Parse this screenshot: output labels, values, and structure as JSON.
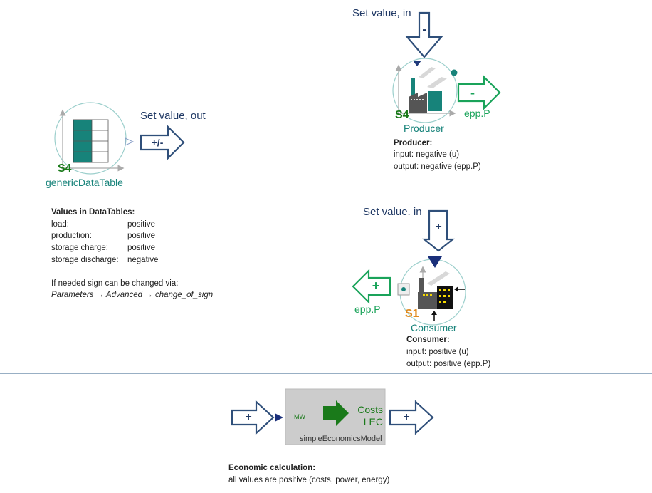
{
  "signals": {
    "set_value_out": "Set value, out",
    "set_value_in_producer": "Set value, in",
    "set_value_in_consumer": "Set value. in",
    "epp_p_producer": "epp.P",
    "epp_p_consumer": "epp.P"
  },
  "arrow_signs": {
    "datatable_out": "+/-",
    "producer_in": "-",
    "producer_out": "-",
    "consumer_in": "+",
    "consumer_out": "+",
    "econ_in": "+",
    "econ_out": "+"
  },
  "blocks": {
    "datatable": {
      "ref": "S4",
      "name": "genericDataTable"
    },
    "producer": {
      "ref": "S4",
      "name": "Producer"
    },
    "consumer": {
      "ref": "S1",
      "name": "Consumer"
    },
    "economics": {
      "input_label": "MW",
      "output1": "Costs",
      "output2": "LEC",
      "name": "simpleEconomicsModel"
    }
  },
  "notes": {
    "datatables": {
      "title": "Values in DataTables:",
      "rows": [
        {
          "k": "load:",
          "v": "positive"
        },
        {
          "k": "production:",
          "v": "positive"
        },
        {
          "k": "storage charge:",
          "v": "positive"
        },
        {
          "k": "storage discharge:",
          "v": "negative"
        }
      ],
      "hint1": "If needed sign can be changed via:",
      "hint2": "Parameters → Advanced → change_of_sign"
    },
    "producer": {
      "title": "Producer:",
      "line1": "input: negative (u)",
      "line2": "output: negative (epp.P)"
    },
    "consumer": {
      "title": "Consumer:",
      "line1": "input: positive (u)",
      "line2": "output: positive (epp.P)"
    },
    "economics": {
      "title": "Economic calculation:",
      "line1": "all values are positive (costs, power, energy)"
    }
  },
  "colors": {
    "arrow_blue": "#2f4f7a",
    "arrow_green": "#1aa35a",
    "teal": "#17837a",
    "divider": "#5a7fa0"
  }
}
